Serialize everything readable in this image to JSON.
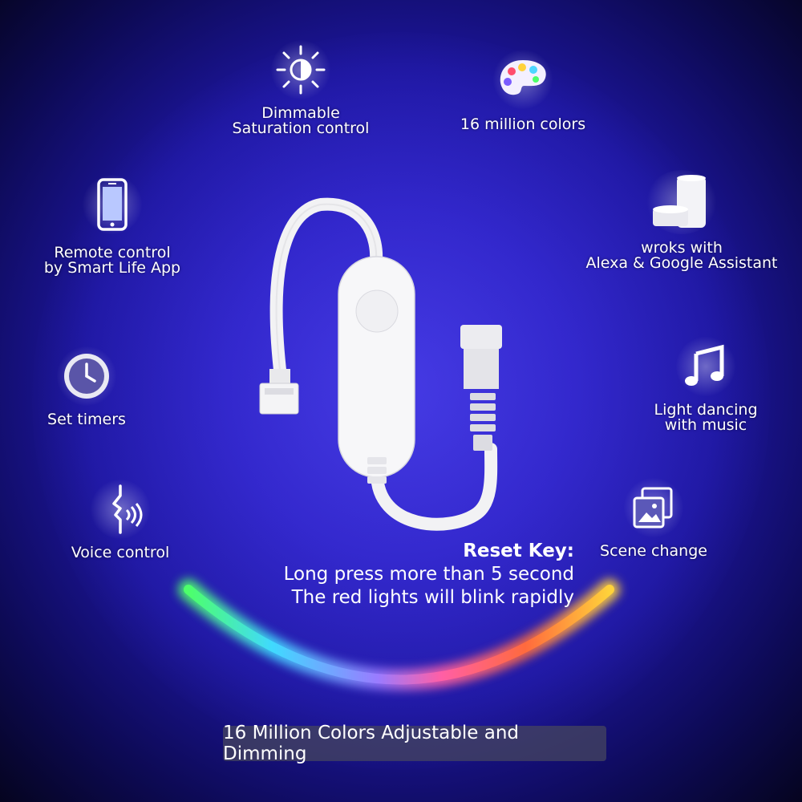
{
  "features": {
    "dimmable": {
      "line1": "Dimmable",
      "line2": "Saturation control",
      "icon": "brightness-icon"
    },
    "colors": {
      "line1": "16 million colors",
      "icon": "palette-icon"
    },
    "app": {
      "line1": "Remote control",
      "line2": "by Smart Life App",
      "icon": "smartphone-icon"
    },
    "assistant": {
      "line1": "wroks with",
      "line2": "Alexa & Google Assistant",
      "icon": "smart-speaker-icon"
    },
    "timer": {
      "line1": "Set timers",
      "icon": "clock-icon"
    },
    "music": {
      "line1": "Light dancing",
      "line2": "with music",
      "icon": "music-note-icon"
    },
    "voice": {
      "line1": "Voice control",
      "icon": "voice-icon"
    },
    "scene": {
      "line1": "Scene change",
      "icon": "gallery-icon"
    }
  },
  "reset": {
    "title": "Reset Key:",
    "line1": "Long press more than 5 second",
    "line2": "The red lights will blink rapidly"
  },
  "banner": "16 Million Colors Adjustable and Dimming",
  "colors": {
    "background": "#2a1fc0",
    "banner_bg": "#46465f"
  }
}
